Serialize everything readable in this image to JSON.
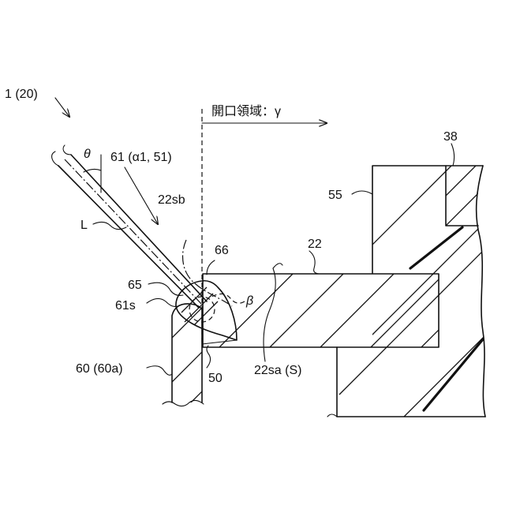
{
  "labels": {
    "device": "1 (20)",
    "opening_region": "開口領域：γ",
    "theta": "θ",
    "beam": "61 (α1, 51)",
    "ref_22sb": "22sb",
    "line_L": "L",
    "ref_38": "38",
    "ref_55": "55",
    "ref_22": "22",
    "ref_66": "66",
    "ref_65": "65",
    "ref_61s": "61s",
    "beta": "β",
    "ref_60": "60 (60a)",
    "ref_50": "50",
    "ref_22sa": "22sa (S)"
  }
}
